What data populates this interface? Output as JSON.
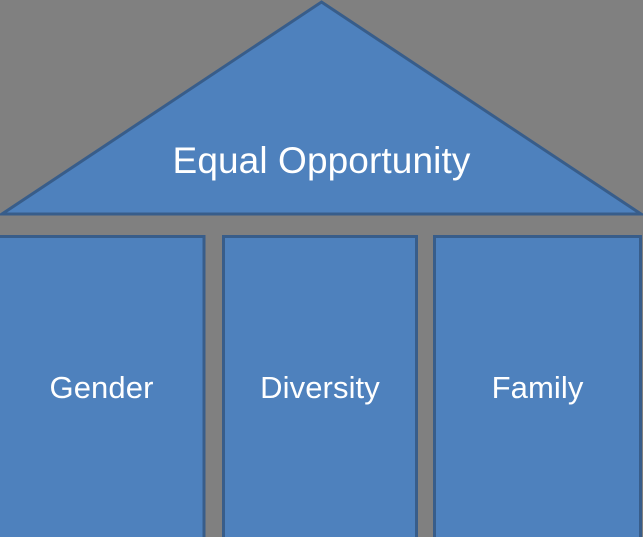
{
  "diagram": {
    "kind": "temple-pillars-diagram",
    "background_color": "#808080",
    "shape_fill_color": "#4E81BD",
    "shape_border_color": "#385D8A",
    "label_text_color": "#FFFFFF",
    "roof": {
      "name": "roof-triangle",
      "label": "Equal Opportunity"
    },
    "pillars": [
      {
        "name": "pillar-gender",
        "label": "Gender"
      },
      {
        "name": "pillar-diversity",
        "label": "Diversity"
      },
      {
        "name": "pillar-family",
        "label": "Family"
      }
    ]
  }
}
